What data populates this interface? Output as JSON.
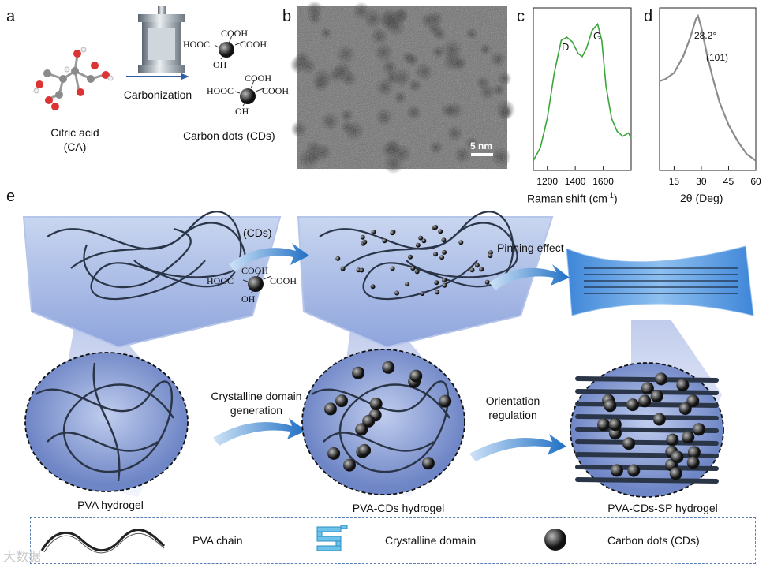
{
  "panels": {
    "a": {
      "label": "a",
      "citric_acid_name": "Citric acid",
      "citric_acid_abbr": "(CA)",
      "process": "Carbonization",
      "product": "Carbon dots (CDs)",
      "groups": {
        "cooh": "COOH",
        "hooc": "HOOC",
        "oh": "OH"
      }
    },
    "b": {
      "label": "b",
      "scale_bar": "5 nm"
    },
    "c": {
      "label": "c",
      "peak_d": "D",
      "peak_g": "G",
      "xlabel_main": "Raman shift (cm",
      "xlabel_sup": "-1",
      "xlabel_end": ")",
      "chart_data": {
        "type": "line",
        "xlabel": "Raman shift (cm-1)",
        "xticks": [
          1200,
          1400,
          1600
        ],
        "xtick_labels": [
          "1200",
          "1400",
          "1600"
        ],
        "xlim": [
          1100,
          1800
        ],
        "ylim": [
          0,
          1
        ],
        "color": "#3aa63a",
        "series": [
          {
            "x": [
              1100,
              1150,
              1200,
              1250,
              1300,
              1340,
              1380,
              1420,
              1450,
              1480,
              1520,
              1560,
              1590,
              1620,
              1660,
              1700,
              1740,
              1780,
              1800
            ],
            "y": [
              0.06,
              0.14,
              0.32,
              0.6,
              0.8,
              0.82,
              0.79,
              0.72,
              0.7,
              0.75,
              0.86,
              0.9,
              0.8,
              0.52,
              0.32,
              0.24,
              0.21,
              0.23,
              0.2
            ]
          }
        ]
      }
    },
    "d": {
      "label": "d",
      "peak_angle": "28.2°",
      "peak_plane": "(101)",
      "xlabel": "2θ (Deg)",
      "chart_data": {
        "type": "line",
        "xlabel": "2θ (Deg)",
        "xticks": [
          15,
          30,
          45,
          60
        ],
        "xtick_labels": [
          "15",
          "30",
          "45",
          "60"
        ],
        "xlim": [
          7,
          60
        ],
        "ylim": [
          0,
          1
        ],
        "color": "#777777",
        "series": [
          {
            "x": [
              7,
              10,
              15,
              20,
              24,
              27,
              28.2,
              30,
              33,
              36,
              40,
              45,
              50,
              55,
              60
            ],
            "y": [
              0.55,
              0.56,
              0.6,
              0.7,
              0.82,
              0.93,
              0.95,
              0.88,
              0.72,
              0.58,
              0.42,
              0.28,
              0.18,
              0.1,
              0.06
            ]
          }
        ]
      }
    },
    "e": {
      "label": "e",
      "cds_label": "(CDs)",
      "pinning": "Pinning effect",
      "crystalline_line1": "Crystalline domain",
      "crystalline_line2": "generation",
      "orientation_line1": "Orientation",
      "orientation_line2": "regulation",
      "pva_hydrogel": "PVA hydrogel",
      "pva_cds_hydrogel": "PVA-CDs hydrogel",
      "pva_cds_sp_hydrogel": "PVA-CDs-SP hydrogel"
    }
  },
  "legend": {
    "pva_chain": "PVA chain",
    "crystalline_domain": "Crystalline domain",
    "carbon_dots": "Carbon dots (CDs)"
  },
  "watermark": "大数据"
}
